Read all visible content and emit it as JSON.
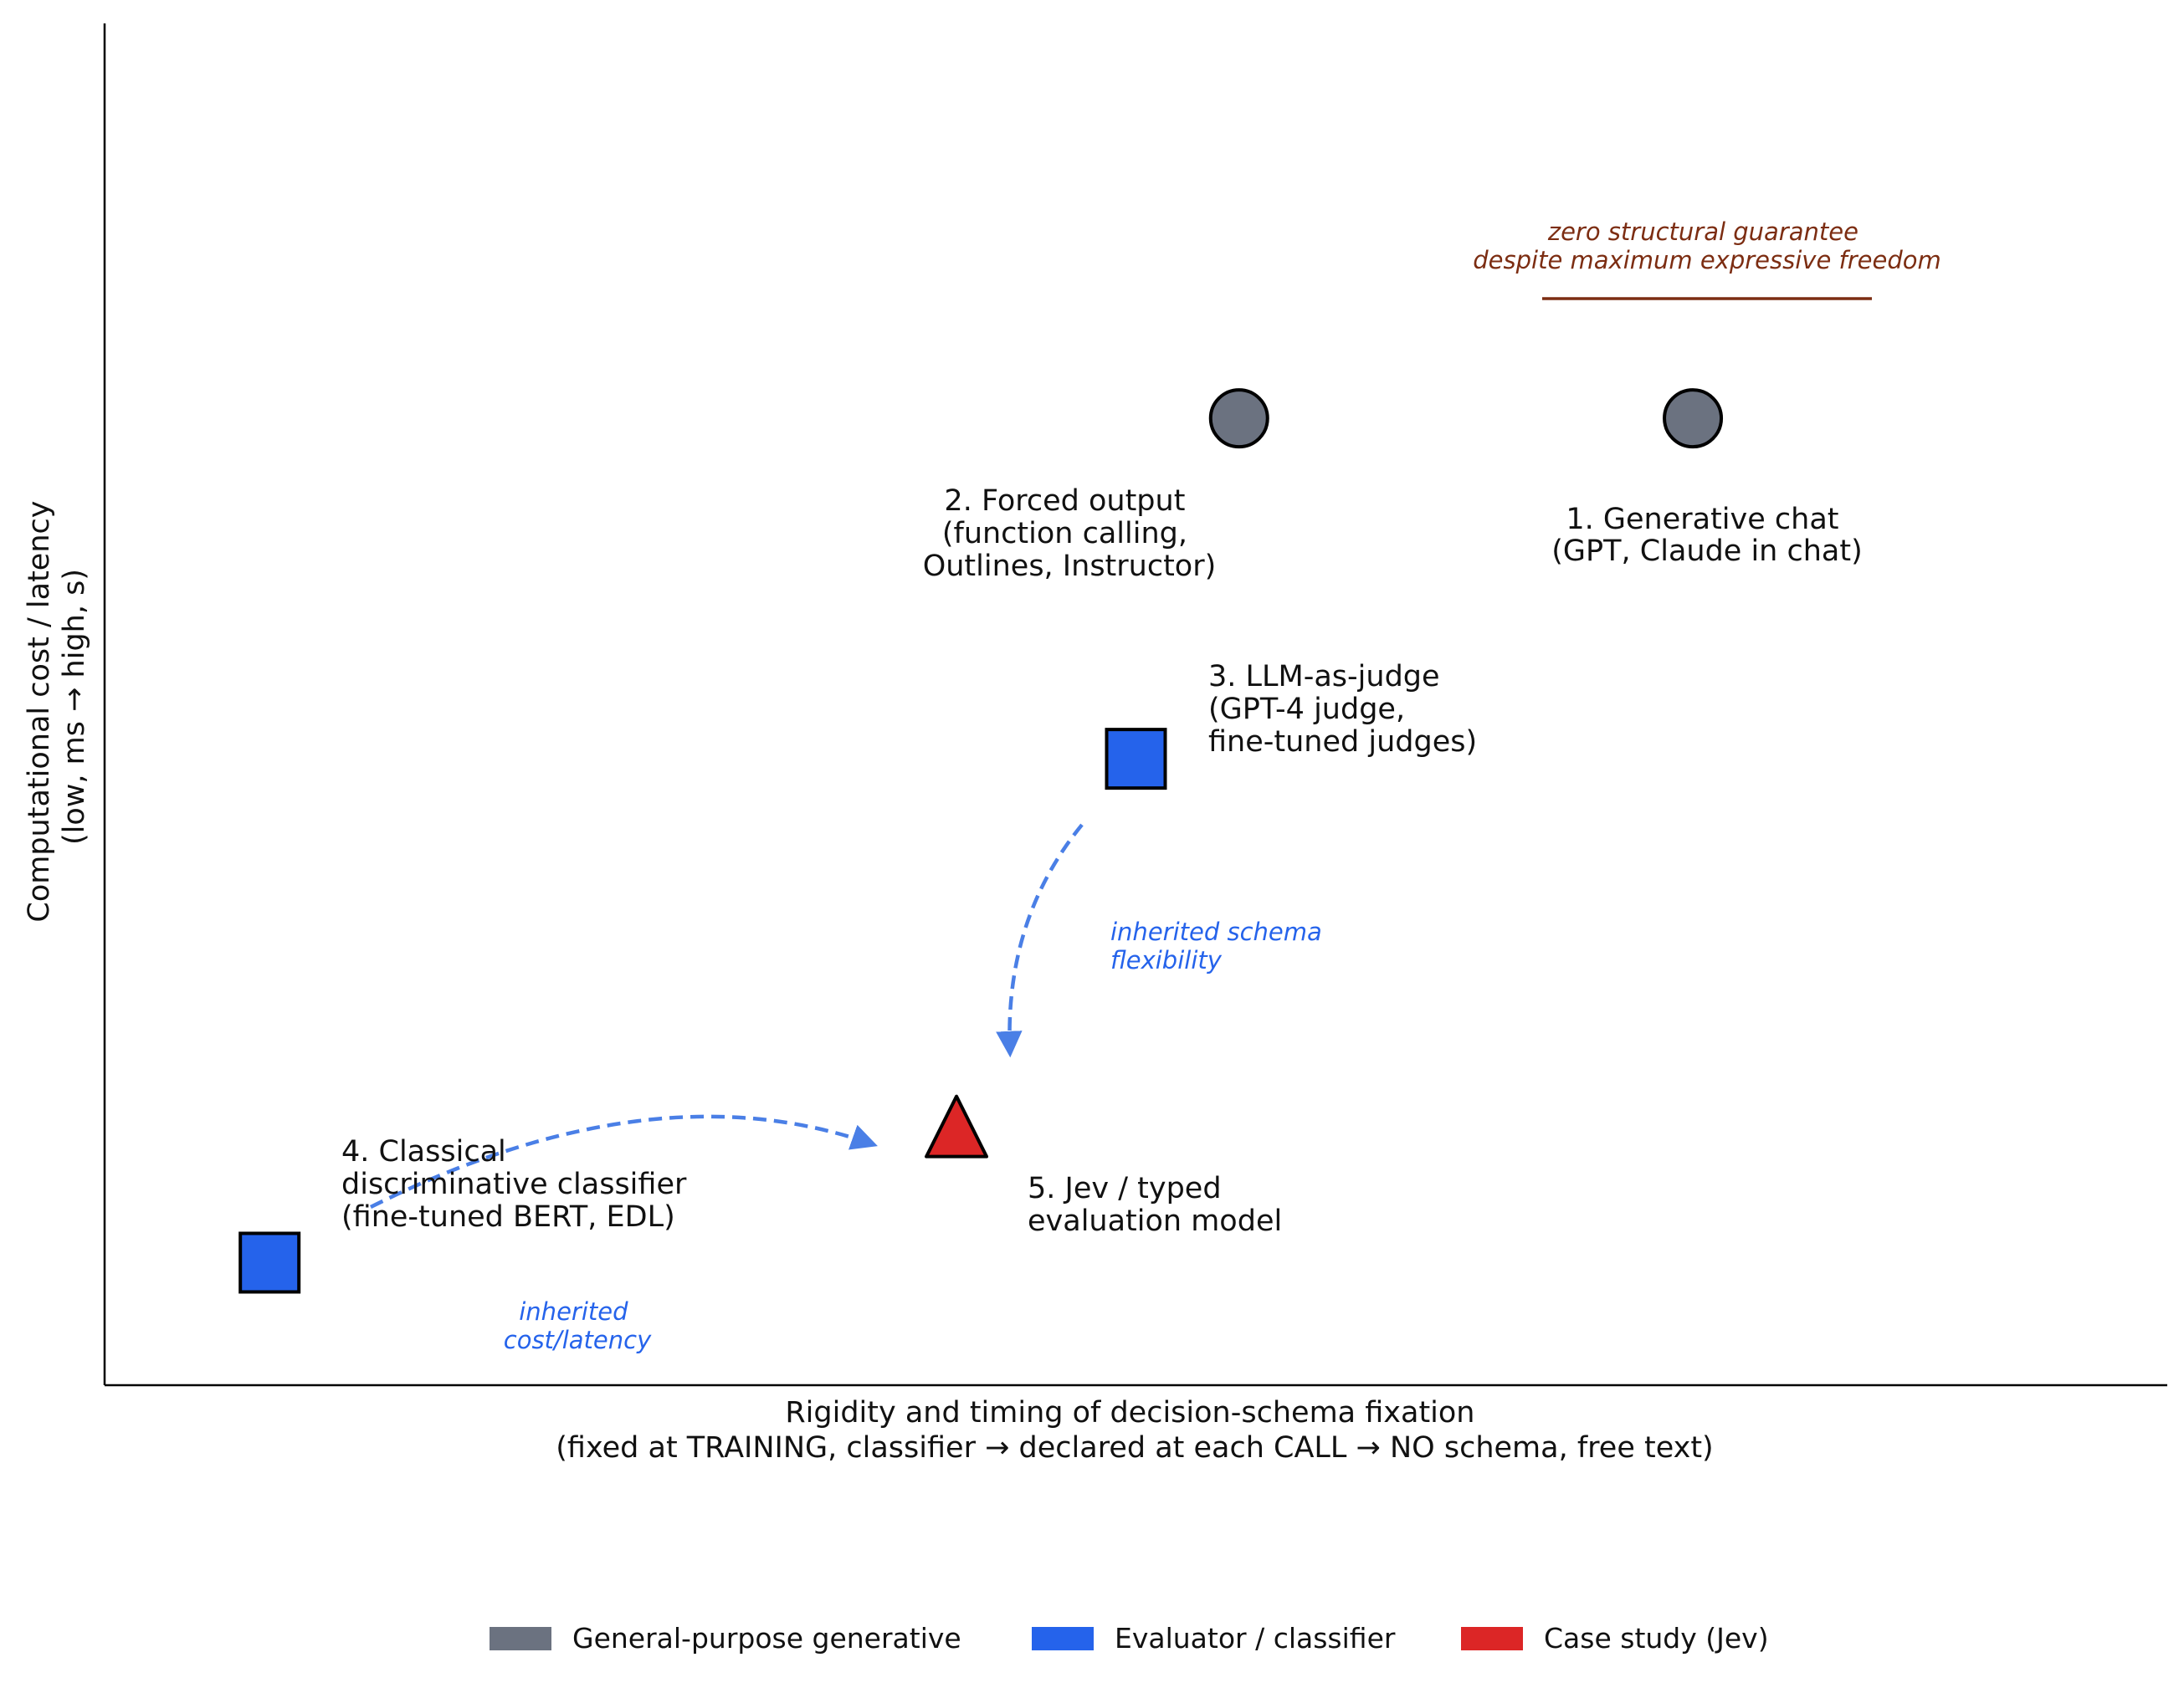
{
  "chart_data": {
    "type": "scatter",
    "xlabel": [
      "Rigidity and timing of decision-schema fixation",
      "(fixed at TRAINING, classifier  →  declared at each CALL  →  NO schema, free text)"
    ],
    "ylabel": [
      "Computational cost / latency",
      "(low, ms  →  high, s)"
    ],
    "xlim": [
      0,
      10
    ],
    "ylim": [
      0,
      10
    ],
    "grid": false,
    "legend_position": "bottom-center",
    "categories": [
      {
        "name": "General-purpose generative",
        "color": "#6b7280"
      },
      {
        "name": "Evaluator / classifier",
        "color": "#2563eb"
      },
      {
        "name": "Case study (Jev)",
        "color": "#dc2626"
      }
    ],
    "points": [
      {
        "id": "p1",
        "label": [
          "1. Generative chat",
          "(GPT, Claude in chat)"
        ],
        "x": 7.7,
        "y": 7.1,
        "category": 0,
        "marker": "circle"
      },
      {
        "id": "p2",
        "label": [
          "2. Forced output",
          "(function calling,",
          "Outlines, Instructor)"
        ],
        "x": 5.5,
        "y": 7.1,
        "category": 0,
        "marker": "circle"
      },
      {
        "id": "p3",
        "label": [
          "3. LLM-as-judge",
          "(GPT-4 judge,",
          "fine-tuned judges)"
        ],
        "x": 5.0,
        "y": 4.6,
        "category": 1,
        "marker": "square"
      },
      {
        "id": "p4",
        "label": [
          "4. Classical",
          "discriminative classifier",
          "(fine-tuned BERT, EDL)"
        ],
        "x": 0.8,
        "y": 0.9,
        "category": 1,
        "marker": "square"
      },
      {
        "id": "p5",
        "label": [
          "5. Jev / typed",
          "evaluation model"
        ],
        "x": 4.13,
        "y": 1.9,
        "category": 2,
        "marker": "triangle"
      }
    ],
    "annotations": [
      {
        "id": "a1",
        "lines": [
          "zero structural guarantee",
          "despite maximum expressive freedom"
        ],
        "color": "#7c2d12"
      },
      {
        "id": "a2",
        "lines": [
          "inherited schema",
          "flexibility"
        ],
        "color": "#2563eb"
      },
      {
        "id": "a3",
        "lines": [
          "inherited",
          "cost/latency"
        ],
        "color": "#2563eb"
      }
    ]
  }
}
